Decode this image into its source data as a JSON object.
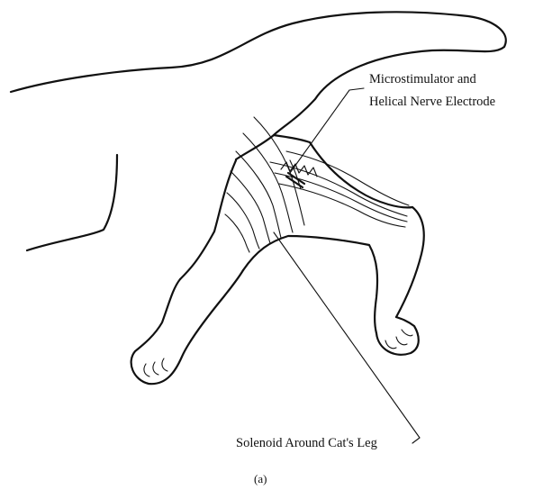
{
  "labels": {
    "implant_line1": "Microstimulator and",
    "implant_line2": "Helical Nerve Electrode",
    "solenoid": "Solenoid Around Cat's Leg",
    "caption": "(a)"
  }
}
